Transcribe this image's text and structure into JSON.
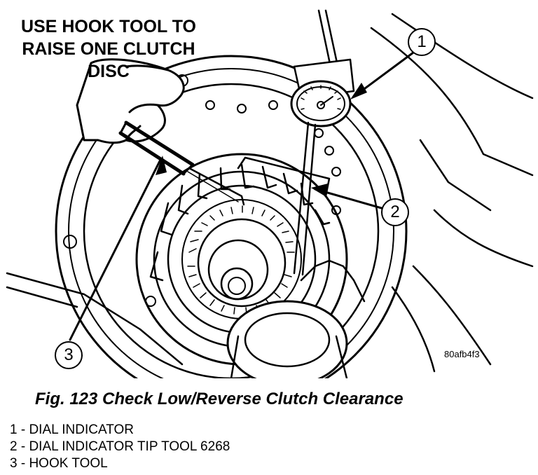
{
  "instruction": {
    "lines": [
      "USE HOOK TOOL TO",
      "RAISE ONE CLUTCH",
      "DISC"
    ]
  },
  "callouts": [
    {
      "number": "1",
      "target": "dial-indicator"
    },
    {
      "number": "2",
      "target": "dial-indicator-tip-tool"
    },
    {
      "number": "3",
      "target": "hook-tool"
    }
  ],
  "figure_id": "80afb4f3",
  "caption": "Fig. 123 Check Low/Reverse Clutch Clearance",
  "legend": [
    "1 - DIAL INDICATOR",
    "2 - DIAL INDICATOR TIP TOOL 6268",
    "3 - HOOK TOOL"
  ]
}
